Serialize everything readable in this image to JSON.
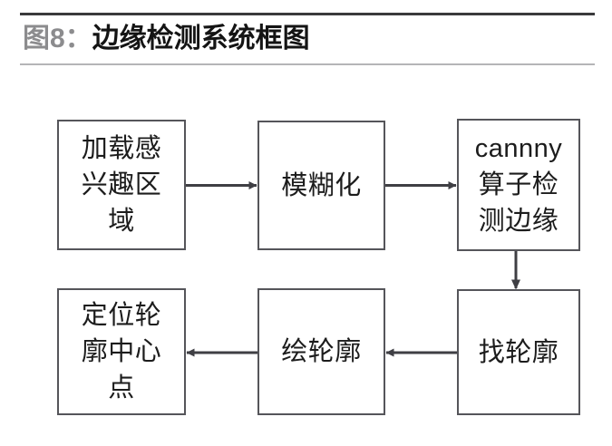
{
  "figure": {
    "number_label": "图8：",
    "title": "边缘检测系统框图"
  },
  "diagram": {
    "type": "flowchart",
    "nodes": [
      {
        "id": "load-roi",
        "label": "加载感\n兴趣区\n域"
      },
      {
        "id": "blur",
        "label": "模糊化"
      },
      {
        "id": "canny",
        "label": "cannny\n算子检\n测边缘"
      },
      {
        "id": "find-contour",
        "label": "找轮廓"
      },
      {
        "id": "draw-contour",
        "label": "绘轮廓"
      },
      {
        "id": "center-point",
        "label": "定位轮\n廓中心\n点"
      }
    ],
    "edges": [
      {
        "from": "load-roi",
        "to": "blur",
        "direction": "right"
      },
      {
        "from": "blur",
        "to": "canny",
        "direction": "right"
      },
      {
        "from": "canny",
        "to": "find-contour",
        "direction": "down"
      },
      {
        "from": "find-contour",
        "to": "draw-contour",
        "direction": "left"
      },
      {
        "from": "draw-contour",
        "to": "center-point",
        "direction": "left"
      }
    ]
  },
  "colors": {
    "node_border": "#55555a",
    "node_fill": "#ffffff",
    "arrow": "#3f3f44",
    "title_number": "#8c8c8e",
    "title_text": "#141414",
    "rule_top": "#3a3a3c",
    "rule_bottom": "#b5b5b7",
    "background": "#ffffff"
  }
}
